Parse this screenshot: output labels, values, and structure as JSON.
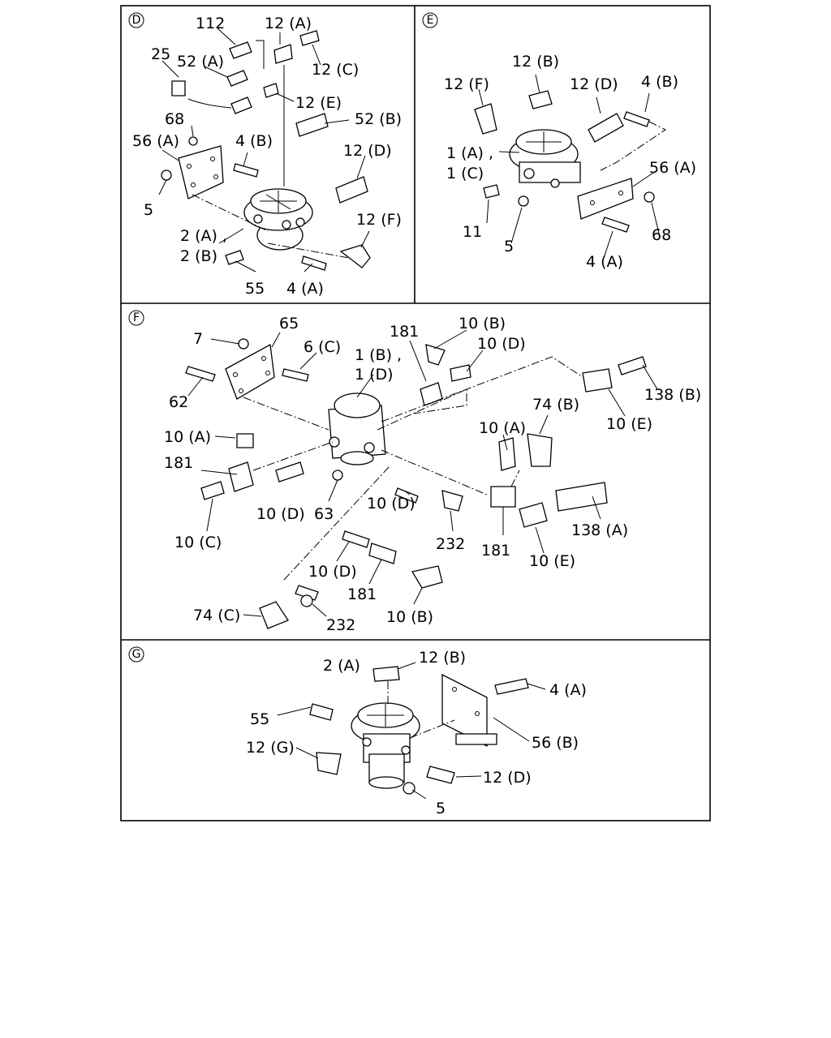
{
  "sections": {
    "D": {
      "marker": "D",
      "labels": [
        "112",
        "12 (A)",
        "25",
        "52 (A)",
        "12 (C)",
        "12 (E)",
        "52 (B)",
        "68",
        "56 (A)",
        "4 (B)",
        "12 (D)",
        "5",
        "12 (F)",
        "2 (A) ,",
        "2 (B)",
        "55",
        "4 (A)"
      ]
    },
    "E": {
      "marker": "E",
      "labels": [
        "12 (B)",
        "12 (F)",
        "12 (D)",
        "4 (B)",
        "1 (A) ,",
        "1 (C)",
        "56 (A)",
        "11",
        "5",
        "68",
        "4 (A)"
      ]
    },
    "F": {
      "marker": "F",
      "labels": [
        "7",
        "65",
        "6 (C)",
        "181",
        "10 (B)",
        "1 (B) ,",
        "1 (D)",
        "10 (D)",
        "62",
        "138 (B)",
        "10 (E)",
        "10 (A)",
        "74 (B)",
        "181",
        "10 (A)",
        "10 (D)",
        "63",
        "10 (D)",
        "232",
        "10 (C)",
        "138 (A)",
        "181",
        "10 (E)",
        "10 (D)",
        "181",
        "10 (B)",
        "74 (C)",
        "232"
      ]
    },
    "G": {
      "marker": "G",
      "labels": [
        "2 (A)",
        "12 (B)",
        "4 (A)",
        "55",
        "56 (B)",
        "12 (G)",
        "12 (D)",
        "5"
      ]
    }
  }
}
